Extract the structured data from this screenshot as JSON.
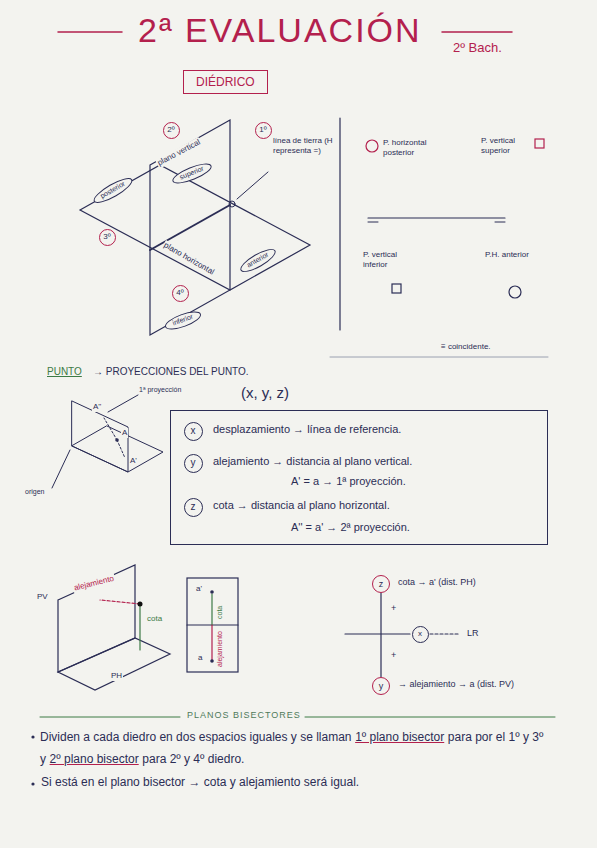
{
  "diagram": {
    "title": "2ª EVALUACIÓN",
    "nodes": [
      {
        "text": [
          "DIÉDRICO"
        ]
      },
      {
        "text": [
          "2º"
        ]
      },
      {
        "text": [
          "1º"
        ]
      },
      {
        "text": [
          "3º"
        ]
      },
      {
        "text": [
          "4º"
        ]
      },
      {
        "text": [
          "posterior"
        ]
      },
      {
        "text": [
          "superior"
        ]
      },
      {
        "text": [
          "anterior"
        ]
      },
      {
        "text": [
          "inferior"
        ]
      },
      {
        "text": [
          "desplazamiento → línea de referencia.",
          "alejamiento → distancia al plano vertical.",
          "A' = a → 1ª proyección.",
          "cota → distancia al plano horizontal.",
          "A'' = a' → 2ª proyección."
        ]
      },
      {
        "text": [
          "x"
        ],
        "in": 9
      },
      {
        "text": [
          "y"
        ],
        "in": 9
      },
      {
        "text": [
          "z"
        ],
        "in": 9
      },
      {
        "text": [
          "z"
        ]
      },
      {
        "text": [
          "y"
        ]
      },
      {
        "text": [
          "x"
        ]
      }
    ],
    "edges": [
      {
        "from": 13,
        "to": 14,
        "arrow": "none"
      }
    ],
    "labels": [
      "2º Bach.",
      "plano vertical",
      "línea de tierra (H representa =)",
      "plano horizontal",
      "P. horizontal posterior",
      "P. vertical superior",
      "P. vertical inferior",
      "P.H. anterior",
      "≡ coincidente.",
      "PUNTO",
      "→ PROYECCIONES DEL PUNTO.",
      "(x, y, z)",
      "1ª proyección",
      "A''",
      "A",
      "A'",
      "origen",
      "PV",
      "alejamiento",
      "cota",
      "PH",
      "cota",
      "alejamiento",
      "a'",
      "a",
      "cota → a' (dist. PH)",
      "+",
      "LR",
      "+",
      "→ alejamiento → a (dist. PV)",
      "PLANOS BISECTORES",
      "Dividen a cada diedro en dos espacios iguales y se llaman",
      "1º plano bisector",
      "para por el 1º y 3º y",
      "2º plano bisector",
      "para 2º y 4º diedro.",
      "Si está en el plano bisector → cota y alejamiento será igual."
    ]
  }
}
